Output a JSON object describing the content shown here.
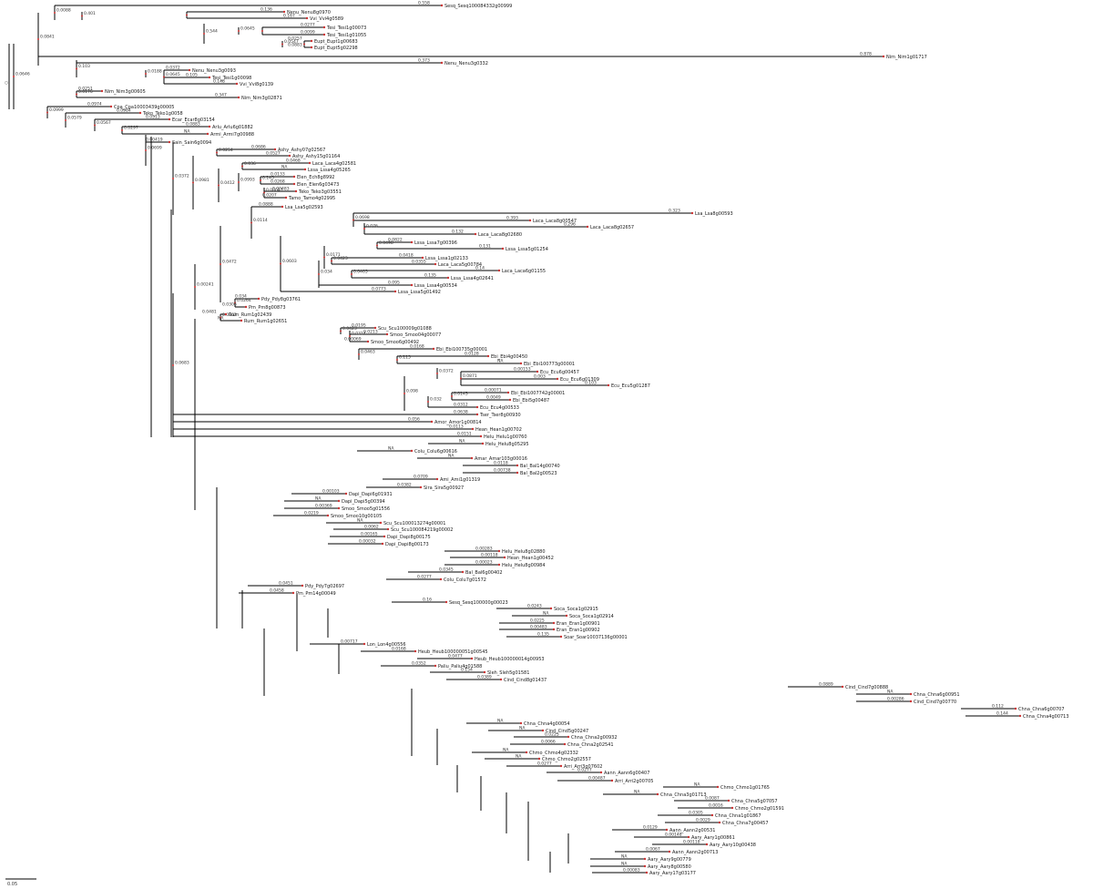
{
  "tree": {
    "leaves": [
      {
        "label": "Sesq_Sesq100084332g00999",
        "support": "0.558"
      },
      {
        "label": "Nenu_Nenu8g0970",
        "support": "0.136"
      },
      {
        "label": "Vvi_Vvi4g0589",
        "support": "0.167"
      },
      {
        "label": "Tesi_Tesi1g00073",
        "support": "0.0277"
      },
      {
        "label": "Tesi_Tesi1g01055",
        "support": "0.0099"
      },
      {
        "label": "Eupt_Eupt1g00683",
        "support": "0.0257"
      },
      {
        "label": "Eupt_Eupt5g02298",
        "support": "0.0883"
      },
      {
        "label": "Nenu_Nenu3g0332",
        "support": "0.373"
      },
      {
        "label": "Nim_Nim1g01717",
        "support": "0.878"
      },
      {
        "label": "Nenu_Nenu3g0093",
        "support": "0.0372"
      },
      {
        "label": "Tesi_Tesi1g00098",
        "support": "0.105"
      },
      {
        "label": "Vvi_Vvi8g0139",
        "support": "0.148"
      },
      {
        "label": "Nim_Nim3g00605",
        "support": "0.0251"
      },
      {
        "label": "Nim_Nim3g02871",
        "support": "0.347"
      },
      {
        "label": "Cpa_Cpa10003439g00005",
        "support": "0.0974"
      },
      {
        "label": "Teko_Teko1g0058",
        "support": "0.0984"
      },
      {
        "label": "Ecar_Ecar8g03154",
        "support": "0.0513"
      },
      {
        "label": "Arlu_Arlu6g01882",
        "support": "0.0883"
      },
      {
        "label": "Armi_Armi7g00988",
        "support": "NA"
      },
      {
        "label": "Sain_Sain6g0094",
        "support": "0.00419"
      },
      {
        "label": "Ashy_Ashy07g02567",
        "support": "0.0686"
      },
      {
        "label": "Ashy_Ashy15g01164",
        "support": "0.0527"
      },
      {
        "label": "Laca_Laca4g02581",
        "support": "0.0468"
      },
      {
        "label": "Lssa_Lssa4g05265",
        "support": "NA"
      },
      {
        "label": "Elen_Ech8g8992",
        "support": "0.0133"
      },
      {
        "label": "Elen_Elen6g03473",
        "support": "0.0268"
      },
      {
        "label": "Teko_Teko3g03551",
        "support": "0.00483"
      },
      {
        "label": "Tamo_Tamo4g02995",
        "support": "0.0207"
      },
      {
        "label": "Lsa_Lsa5g02593",
        "support": "0.0888"
      },
      {
        "label": "Lsa_Lsa8g00593",
        "support": "0.323"
      },
      {
        "label": "Laca_Laca8g00547",
        "support": "0.393"
      },
      {
        "label": "Laca_Laca8g02657",
        "support": "0.296"
      },
      {
        "label": "Laca_Laca8g02680",
        "support": "0.132"
      },
      {
        "label": "Lssa_Lssa7g00396",
        "support": "0.0822"
      },
      {
        "label": "Lssa_Lssa5g01254",
        "support": "0.131"
      },
      {
        "label": "Lssa_Lssa1g02133",
        "support": "0.0418"
      },
      {
        "label": "Laca_Laca5g00784",
        "support": "0.0355"
      },
      {
        "label": "Laca_Laca6g01155",
        "support": "0.14"
      },
      {
        "label": "Lssa_Lssa4g02641",
        "support": "0.135"
      },
      {
        "label": "Lssa_Lssa4g00534",
        "support": "0.095"
      },
      {
        "label": "Lssa_Lssa5g01492",
        "support": "0.0773"
      },
      {
        "label": "Pdy_Pdy8g03761",
        "support": "0.034"
      },
      {
        "label": "Pm_Pm8g00873",
        "support": "0.0306"
      },
      {
        "label": "Rum_Rum1g02439",
        "support": "0.0481"
      },
      {
        "label": "Rum_Rum1g02651",
        "support": "NA"
      },
      {
        "label": "Scu_Scu100009g01088",
        "support": "0.0195"
      },
      {
        "label": "Smoo_Smoo04g00077",
        "support": "0.0213"
      },
      {
        "label": "Smoo_Smoo6g00492",
        "support": "0.00069"
      },
      {
        "label": "Ebi_Ebi100735g00001",
        "support": "0.0168"
      },
      {
        "label": "Ebi_Ebi4g00450",
        "support": "0.0128"
      },
      {
        "label": "Ebi_Ebi100773g00001",
        "support": "NA"
      },
      {
        "label": "Ecu_Ecu6g00457",
        "support": "0.00153"
      },
      {
        "label": "Ecu_Ecu6g01309",
        "support": "0.003"
      },
      {
        "label": "Ecu_Ecu5g01287",
        "support": "0.103"
      },
      {
        "label": "Ebi_Ebi1007742g00001",
        "support": "0.00071"
      },
      {
        "label": "Ebi_Ebi5g00487",
        "support": "0.0049"
      },
      {
        "label": "Ecu_Ecu4g00533",
        "support": "0.0312"
      },
      {
        "label": "Tser_Tser8g00930",
        "support": "0.0638"
      },
      {
        "label": "Amor_Amor1g00814",
        "support": "0.056"
      },
      {
        "label": "Hean_Hean1g00702",
        "support": "0.0113"
      },
      {
        "label": "Helu_Helu1g00760",
        "support": "0.0151"
      },
      {
        "label": "Helu_Helu8g05295",
        "support": "NA"
      },
      {
        "label": "Colu_Colu6g00616",
        "support": "NA"
      },
      {
        "label": "Amar_Amar103g00016",
        "support": "NA"
      },
      {
        "label": "Bal_Bal14g00740",
        "support": "0.0118"
      },
      {
        "label": "Bal_Bal2g00523",
        "support": "0.00738"
      },
      {
        "label": "Ami_Ami1g01319",
        "support": "0.0709"
      },
      {
        "label": "Sira_Sira5g00927",
        "support": "0.0382"
      },
      {
        "label": "Dapi_Dapi6g01931",
        "support": "0.00103"
      },
      {
        "label": "Dapi_Dapi5g00394",
        "support": "NA"
      },
      {
        "label": "Smoo_Smoo5g01556",
        "support": "0.00369"
      },
      {
        "label": "Smoo_Smoo10g00105",
        "support": "0.0219"
      },
      {
        "label": "Scu_Scu100013274g00001",
        "support": "NA"
      },
      {
        "label": "Scu_Scu100084219g00002",
        "support": "0.0062"
      },
      {
        "label": "Dapi_Dapi8g00175",
        "support": "0.00165"
      },
      {
        "label": "Dapi_Dapi8g00173",
        "support": "0.00032"
      },
      {
        "label": "Helu_Helu8g02880",
        "support": "0.00283"
      },
      {
        "label": "Hean_Hean1g00452",
        "support": "0.00118"
      },
      {
        "label": "Helu_Helu8g00984",
        "support": "0.00023"
      },
      {
        "label": "Bal_Bal6g00402",
        "support": "0.0345"
      },
      {
        "label": "Colu_Colu7g01572",
        "support": "0.0277"
      },
      {
        "label": "Pdy_Pdy7g02697",
        "support": "0.0451"
      },
      {
        "label": "Pm_Pm14g00049",
        "support": "0.0458"
      },
      {
        "label": "Sesq_Sesq100000g00023",
        "support": "0.16"
      },
      {
        "label": "Soca_Soca1g02915",
        "support": "0.0243"
      },
      {
        "label": "Soca_Soca1g02914",
        "support": "NA"
      },
      {
        "label": "Eran_Eran1g00901",
        "support": "0.0225"
      },
      {
        "label": "Eran_Eran1g00902",
        "support": "0.00483"
      },
      {
        "label": "Soar_Soar10037136g00001",
        "support": "0.135"
      },
      {
        "label": "Lon_Lon4g00556",
        "support": "0.00717"
      },
      {
        "label": "Heub_Heub100000051g00545",
        "support": "0.0168"
      },
      {
        "label": "Heub_Heub100000014g00953",
        "support": "0.0477"
      },
      {
        "label": "Paliu_Paliu4g01588",
        "support": "0.0352"
      },
      {
        "label": "Sleh_Sleh5g01581",
        "support": "0.154"
      },
      {
        "label": "Cind_Cind8g01437",
        "support": "0.0389"
      },
      {
        "label": "Cind_Cind7g00888",
        "support": "0.0889"
      },
      {
        "label": "Chna_Chna6g00951",
        "support": "NA"
      },
      {
        "label": "Cind_Cind7g00770",
        "support": "0.00286"
      },
      {
        "label": "Chna_Chna6g00707",
        "support": "0.112"
      },
      {
        "label": "Chna_Chna4g00713",
        "support": "0.144"
      },
      {
        "label": "Chna_Chna4g00054",
        "support": "NA"
      },
      {
        "label": "Cind_Cind5g00247",
        "support": "NA"
      },
      {
        "label": "Chna_Chna2g00932",
        "support": "0.0225"
      },
      {
        "label": "Chna_Chna2g02541",
        "support": "0.0066"
      },
      {
        "label": "Chmo_Chmo4g02332",
        "support": "NA"
      },
      {
        "label": "Chmo_Chmo2g02557",
        "support": "NA"
      },
      {
        "label": "Arri_Arri3g07602",
        "support": "0.0277"
      },
      {
        "label": "Aann_Aann6g00407",
        "support": "0.0277"
      },
      {
        "label": "Arri_Arri2g00705",
        "support": "0.00487"
      },
      {
        "label": "Chmo_Chmo1g01765",
        "support": "NA"
      },
      {
        "label": "Chna_Chna3g01713",
        "support": "NA"
      },
      {
        "label": "Chna_Chna5g07057",
        "support": "0.0087"
      },
      {
        "label": "Chmo_Chmo2g01591",
        "support": "0.0016"
      },
      {
        "label": "Chna_Chna1g01867",
        "support": "0.0305"
      },
      {
        "label": "Chna_Chna7g00457",
        "support": "0.0029"
      },
      {
        "label": "Aann_Aann2g00531",
        "support": "0.0129"
      },
      {
        "label": "Aary_Aary1g00861",
        "support": "0.00148"
      },
      {
        "label": "Aary_Aary10g00438",
        "support": "0.00118"
      },
      {
        "label": "Aann_Aann2g00713",
        "support": "0.0067"
      },
      {
        "label": "Aary_Aary9g00779",
        "support": "NA"
      },
      {
        "label": "Aary_Aary8g00580",
        "support": "NA"
      },
      {
        "label": "Aary_Aary17g03177",
        "support": "0.00083"
      }
    ],
    "internal_supports": [
      "0.0088",
      "0.401",
      "0.544",
      "0.0645",
      "0.0547",
      "0.103",
      "0.0188",
      "0.0645",
      "0.0841",
      "0.0176",
      "0.0646",
      "0.0999",
      "0.0579",
      "0.0567",
      "0.0297",
      "0.0699",
      "0.0372",
      "0.0981",
      "0.0254",
      "0.036",
      "0.0993",
      "0.145",
      "0.00041",
      "0.0412",
      "0.0114",
      "0.0698",
      "0.076",
      "0.0498",
      "0.0171",
      "0.0423",
      "0.0405",
      "0.034",
      "0.0603",
      "0.0472",
      "0.0264",
      "0.00241",
      "0.0562",
      "0.0683",
      "0.0423",
      "0.0314",
      "0.0463",
      "0.115",
      "0.0372",
      "0.0871",
      "0.0143",
      "0.032",
      "0.098"
    ],
    "scale_bar_label": "0.05"
  }
}
